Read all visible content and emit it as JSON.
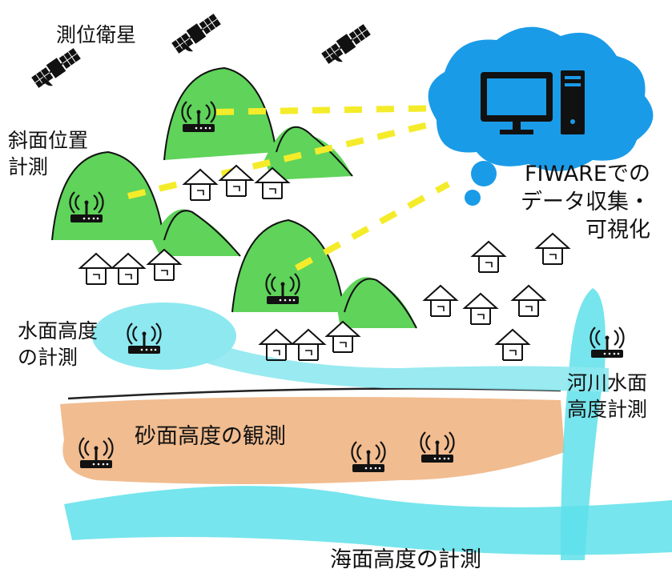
{
  "labels": {
    "satellite": "測位衛星",
    "slope": [
      "斜面位置",
      "計測"
    ],
    "fiware": [
      "FIWAREでの",
      "データ収集・",
      "可視化"
    ],
    "water": [
      "水面高度",
      "の計測"
    ],
    "river": [
      "河川水面",
      "高度計測"
    ],
    "sand": "砂面高度の観測",
    "sea": "海面高度の計測"
  },
  "icons": {
    "satellites": [
      "satellite-icon",
      "satellite-icon",
      "satellite-icon"
    ],
    "sensors": [
      "sensor-antenna-icon"
    ],
    "cloud": "cloud-icon",
    "computer": "computer-monitor-icon"
  },
  "colors": {
    "mountain_green": "#5fd35a",
    "mountain_light": "#c8f0c0",
    "water_cyan": "#8ee8f0",
    "sea_cyan": "#5ee0ea",
    "sand_orange": "#f0b584",
    "cloud_blue": "#1a9be8",
    "signal_yellow": "#f4ec2a",
    "sensor_black": "#111111"
  }
}
